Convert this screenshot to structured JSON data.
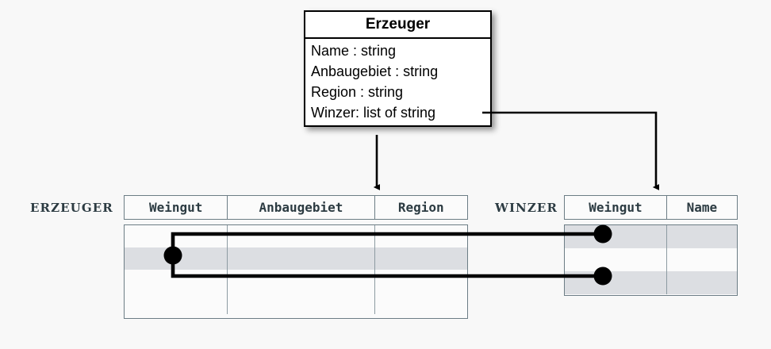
{
  "uml_class": {
    "name": "Erzeuger",
    "attributes": [
      "Name : string",
      "Anbaugebiet : string",
      "Region : string",
      "Winzer: list of string"
    ]
  },
  "tables": [
    {
      "label": "ERZEUGER",
      "columns": [
        "Weingut",
        "Anbaugebiet",
        "Region"
      ],
      "row_count": 4,
      "shaded_rows": [
        1
      ]
    },
    {
      "label": "WINZER",
      "columns": [
        "Weingut",
        "Name"
      ],
      "row_count": 3,
      "shaded_rows": [
        0,
        2
      ]
    }
  ],
  "colors": {
    "page_background": "#f8f8f8",
    "uml_border": "#000000",
    "uml_fill": "#ffffff",
    "table_border": "#6c7d85",
    "table_fill": "#fbfbfb",
    "row_shade": "#dcdee2",
    "label_text": "#2c3b42",
    "connector": "#000000"
  },
  "connectors": {
    "mapping_arrow_to_erzeuger": "arrow-down",
    "mapping_arrow_to_winzer": "arrow-elbow-down",
    "value_link_left_marker": "filled-circle",
    "value_link_right_markers": "filled-circle"
  }
}
